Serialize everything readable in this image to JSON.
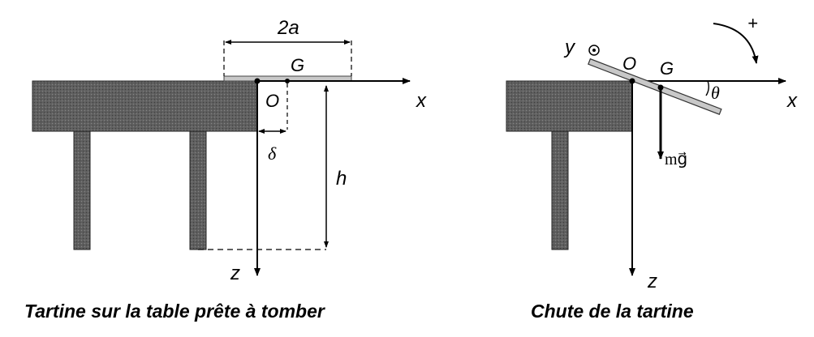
{
  "left": {
    "dim_2a": "2a",
    "label_G": "G",
    "label_O": "O",
    "label_x": "x",
    "label_z": "z",
    "label_h": "h",
    "label_delta": "δ",
    "caption": "Tartine sur la table prête à tomber"
  },
  "right": {
    "label_y": "y",
    "label_O": "O",
    "label_G": "G",
    "label_theta": "θ",
    "label_x": "x",
    "label_z": "z",
    "label_plus": "+",
    "label_mg": "mg⃗",
    "caption": "Chute de la tartine"
  },
  "colors": {
    "table_fill": "#5a5a5a",
    "toast_fill": "#c8c8c8",
    "line": "#000000"
  }
}
